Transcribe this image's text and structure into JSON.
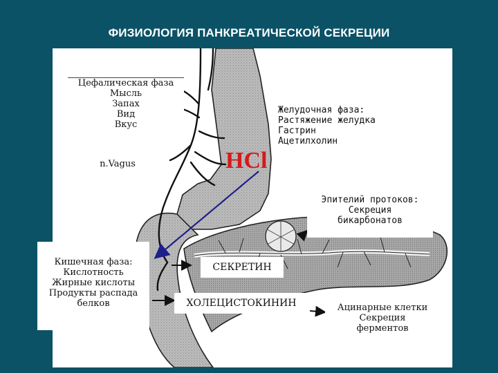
{
  "title": "ФИЗИОЛОГИЯ ПАНКРЕАТИЧЕСКОЙ СЕКРЕЦИИ",
  "cephalic": {
    "lines": [
      "Цефалическая фаза",
      "Мысль",
      "Запах",
      "Вид",
      "Вкус"
    ]
  },
  "vagus": "n.Vagus",
  "hcl": "HCl",
  "gastric": {
    "lines": [
      "Желудочная фаза:",
      "Растяжение желудка",
      "Гастрин",
      "Ацетилхолин"
    ]
  },
  "ductal": {
    "lines": [
      "Эпителий протоков:",
      "Секреция",
      "бикарбонатов"
    ]
  },
  "intestinal": {
    "lines": [
      "Кишечная фаза:",
      "Кислотность",
      "Жирные кислоты",
      "Продукты распада",
      "белков"
    ]
  },
  "secretin": "СЕКРЕТИН",
  "cck": "ХОЛЕЦИСТОКИНИН",
  "acinar": {
    "lines": [
      "Ацинарные клетки",
      "Секреция",
      "ферментов"
    ]
  },
  "colors": {
    "background": "#0b5266",
    "organ_fill": "#b8b8b8",
    "hcl_text": "#d51a1a",
    "arrow": "#1f1f8c"
  }
}
